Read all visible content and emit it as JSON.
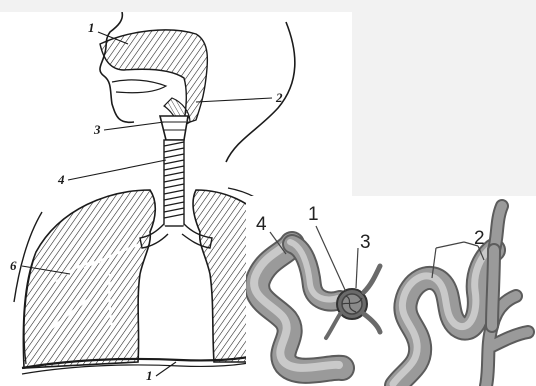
{
  "respiratory_diagram": {
    "labels": [
      "1",
      "2",
      "3",
      "4",
      "6",
      "1"
    ],
    "colors": {
      "ink": "#1b1b1b",
      "paper": "#ffffff"
    }
  },
  "vessel_diagram": {
    "labels": [
      "4",
      "1",
      "3",
      "2"
    ],
    "colors": {
      "vessel": "#9a9a9a",
      "vessel_dark": "#5c5c5c",
      "vessel_light": "#c9c9c9"
    }
  }
}
